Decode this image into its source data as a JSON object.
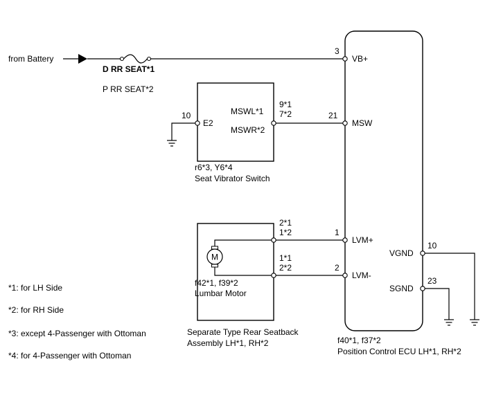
{
  "battery": {
    "label": "from Battery"
  },
  "fuse": {
    "line1": "D RR SEAT*1",
    "line2": "P RR SEAT*2"
  },
  "ecu": {
    "name": "Position Control ECU LH*1, RH*2",
    "code": "f40*1, f37*2",
    "pins": {
      "vb": {
        "num": "3",
        "name": "VB+"
      },
      "msw": {
        "num": "21",
        "name": "MSW"
      },
      "lvmp": {
        "num": "1",
        "name": "LVM+"
      },
      "lvmm": {
        "num": "2",
        "name": "LVM-"
      },
      "vgnd": {
        "num": "10",
        "name": "VGND"
      },
      "sgnd": {
        "num": "23",
        "name": "SGND"
      }
    }
  },
  "vib_switch": {
    "name": "Seat Vibrator Switch",
    "code": "r6*3, Y6*4",
    "e2": {
      "num": "10",
      "name": "E2"
    },
    "msw_l": "MSWL*1",
    "msw_r": "MSWR*2",
    "pin_a": "9*1",
    "pin_b": "7*2"
  },
  "motor": {
    "name": "Lumbar Motor",
    "code": "f42*1, f39*2",
    "symbol": "M",
    "upper_a": "2*1",
    "upper_b": "1*2",
    "lower_a": "1*1",
    "lower_b": "2*2"
  },
  "seatback": {
    "line1": "Separate Type Rear Seatback",
    "line2": "Assembly LH*1, RH*2"
  },
  "notes": [
    "*1: for LH Side",
    "*2: for RH Side",
    "*3: except 4-Passenger with Ottoman",
    "*4: for 4-Passenger with Ottoman"
  ]
}
